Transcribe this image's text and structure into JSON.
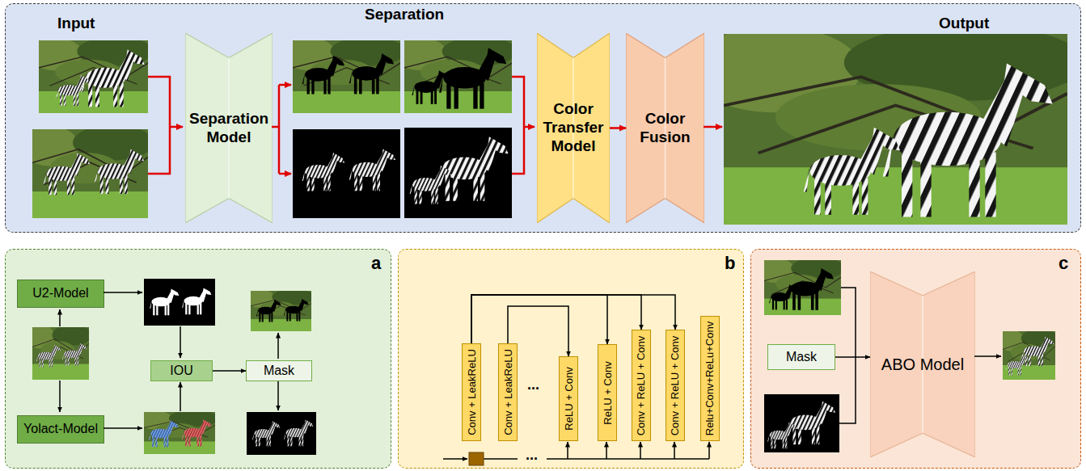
{
  "diagram": {
    "nodes": [
      {
        "text": [
          "Input",
          "Separation",
          "Output"
        ]
      },
      {
        "text": [
          "Separation Model"
        ],
        "in": 0
      },
      {
        "text": [
          "Color Transfer Model"
        ],
        "in": 0
      },
      {
        "text": [
          "Color Fusion"
        ],
        "in": 0
      },
      {
        "text": [
          "a"
        ]
      },
      {
        "text": [
          "U2-Model"
        ],
        "in": 4
      },
      {
        "text": [
          "Yolact-Model"
        ],
        "in": 4
      },
      {
        "text": [
          "IOU"
        ],
        "in": 4
      },
      {
        "text": [
          "Mask"
        ],
        "in": 4
      },
      {
        "text": [
          "b"
        ]
      },
      {
        "text": [
          "Conv + LeakReLU"
        ],
        "in": 9
      },
      {
        "text": [
          "Conv + LeakReLU"
        ],
        "in": 9
      },
      {
        "text": [
          "ReLU + Conv"
        ],
        "in": 9
      },
      {
        "text": [
          "ReLU + Conv"
        ],
        "in": 9
      },
      {
        "text": [
          "Conv + ReLU + Conv"
        ],
        "in": 9
      },
      {
        "text": [
          "Conv + ReLU + Conv"
        ],
        "in": 9
      },
      {
        "text": [
          "Relu+Conv+ReLu+Conv"
        ],
        "in": 9
      },
      {
        "text": [
          "c"
        ]
      },
      {
        "text": [
          "Mask"
        ],
        "in": 17
      },
      {
        "text": [
          "ABO Model"
        ],
        "in": 17
      }
    ],
    "edges": [
      {
        "from": 2,
        "to": 3,
        "arrow": "to"
      },
      {
        "from": 7,
        "to": 8,
        "arrow": "to"
      },
      {
        "from": 10,
        "to": 13,
        "arrow": "to"
      },
      {
        "from": 10,
        "to": 14,
        "arrow": "to"
      },
      {
        "from": 10,
        "to": 15,
        "arrow": "to"
      },
      {
        "from": 11,
        "to": 12,
        "arrow": "to"
      },
      {
        "from": 18,
        "to": 19,
        "arrow": "to"
      }
    ],
    "labels": [
      "...",
      "..."
    ]
  }
}
